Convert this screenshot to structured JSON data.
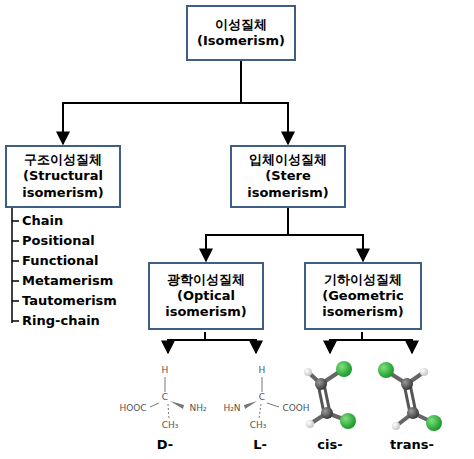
{
  "diagram": {
    "nodes": [
      {
        "text": [
          "이성질체",
          "(Isomerism)"
        ]
      },
      {
        "text": [
          "구조이성질체",
          "(Structural isomerism)"
        ]
      },
      {
        "text": [
          "입체이성질체",
          "(Stere isomerism)"
        ]
      },
      {
        "text": [
          "광학이성질체",
          "(Optical isomerism)"
        ]
      },
      {
        "text": [
          "기하이성질체",
          "(Geometric isomerism)"
        ]
      }
    ],
    "edges": [
      {
        "from": 0,
        "to": 1,
        "arrow": "to"
      },
      {
        "from": 0,
        "to": 2,
        "arrow": "to"
      },
      {
        "from": 2,
        "to": 3,
        "arrow": "to"
      },
      {
        "from": 2,
        "to": 4,
        "arrow": "to"
      }
    ],
    "labels": [
      "Chain",
      "Positional",
      "Functional",
      "Metamerism",
      "Tautomerism",
      "Ring-chain",
      "H",
      "HOOC",
      "C",
      "NH₂",
      "CH₃",
      "D-",
      "H",
      "H₂N",
      "C",
      "COOH",
      "CH₃",
      "L-",
      "cis-",
      "trans-"
    ]
  }
}
